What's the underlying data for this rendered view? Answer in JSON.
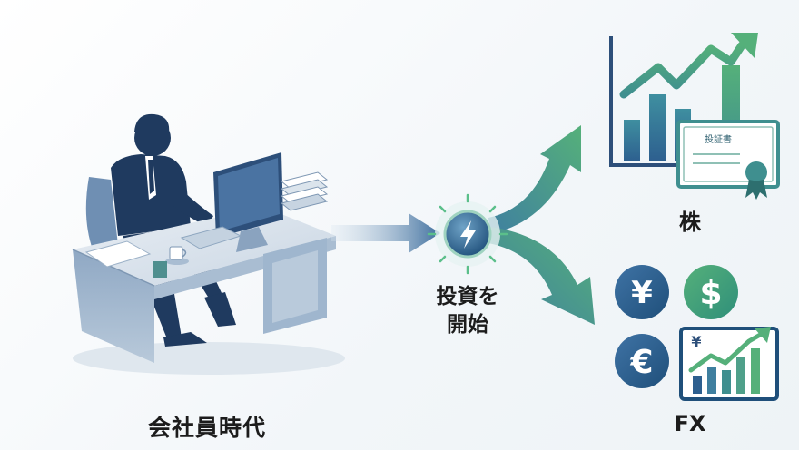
{
  "nodes": {
    "office": {
      "label": "会社員時代"
    },
    "start": {
      "line1": "投資を",
      "line2": "開始"
    },
    "stock": {
      "label": "株",
      "certificate_text": "投証書"
    },
    "fx": {
      "label": "FX",
      "currency": {
        "yen": "¥",
        "dollar": "$",
        "euro": "€",
        "yen_small": "¥"
      }
    }
  },
  "colors": {
    "navy": "#1f3a5f",
    "blue": "#3f6f9e",
    "teal": "#3a8f8a",
    "green": "#55b07a"
  }
}
